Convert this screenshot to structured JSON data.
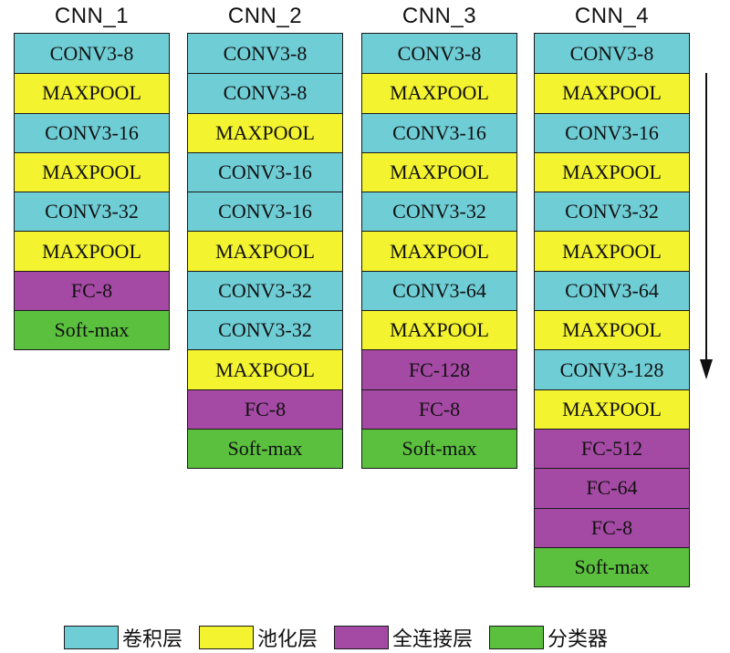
{
  "columns": [
    {
      "title": "CNN_1",
      "layers": [
        {
          "label": "CONV3-8",
          "type": "conv"
        },
        {
          "label": "MAXPOOL",
          "type": "pool"
        },
        {
          "label": "CONV3-16",
          "type": "conv"
        },
        {
          "label": "MAXPOOL",
          "type": "pool"
        },
        {
          "label": "CONV3-32",
          "type": "conv"
        },
        {
          "label": "MAXPOOL",
          "type": "pool"
        },
        {
          "label": "FC-8",
          "type": "fc"
        },
        {
          "label": "Soft-max",
          "type": "soft"
        }
      ]
    },
    {
      "title": "CNN_2",
      "layers": [
        {
          "label": "CONV3-8",
          "type": "conv"
        },
        {
          "label": "CONV3-8",
          "type": "conv"
        },
        {
          "label": "MAXPOOL",
          "type": "pool"
        },
        {
          "label": "CONV3-16",
          "type": "conv"
        },
        {
          "label": "CONV3-16",
          "type": "conv"
        },
        {
          "label": "MAXPOOL",
          "type": "pool"
        },
        {
          "label": "CONV3-32",
          "type": "conv"
        },
        {
          "label": "CONV3-32",
          "type": "conv"
        },
        {
          "label": "MAXPOOL",
          "type": "pool"
        },
        {
          "label": "FC-8",
          "type": "fc"
        },
        {
          "label": "Soft-max",
          "type": "soft"
        }
      ]
    },
    {
      "title": "CNN_3",
      "layers": [
        {
          "label": "CONV3-8",
          "type": "conv"
        },
        {
          "label": "MAXPOOL",
          "type": "pool"
        },
        {
          "label": "CONV3-16",
          "type": "conv"
        },
        {
          "label": "MAXPOOL",
          "type": "pool"
        },
        {
          "label": "CONV3-32",
          "type": "conv"
        },
        {
          "label": "MAXPOOL",
          "type": "pool"
        },
        {
          "label": "CONV3-64",
          "type": "conv"
        },
        {
          "label": "MAXPOOL",
          "type": "pool"
        },
        {
          "label": "FC-128",
          "type": "fc"
        },
        {
          "label": "FC-8",
          "type": "fc"
        },
        {
          "label": "Soft-max",
          "type": "soft"
        }
      ]
    },
    {
      "title": "CNN_4",
      "layers": [
        {
          "label": "CONV3-8",
          "type": "conv"
        },
        {
          "label": "MAXPOOL",
          "type": "pool"
        },
        {
          "label": "CONV3-16",
          "type": "conv"
        },
        {
          "label": "MAXPOOL",
          "type": "pool"
        },
        {
          "label": "CONV3-32",
          "type": "conv"
        },
        {
          "label": "MAXPOOL",
          "type": "pool"
        },
        {
          "label": "CONV3-64",
          "type": "conv"
        },
        {
          "label": "MAXPOOL",
          "type": "pool"
        },
        {
          "label": "CONV3-128",
          "type": "conv"
        },
        {
          "label": "MAXPOOL",
          "type": "pool"
        },
        {
          "label": "FC-512",
          "type": "fc"
        },
        {
          "label": "FC-64",
          "type": "fc"
        },
        {
          "label": "FC-8",
          "type": "fc"
        },
        {
          "label": "Soft-max",
          "type": "soft"
        }
      ]
    }
  ],
  "legend": [
    {
      "label": "卷积层",
      "type": "conv"
    },
    {
      "label": "池化层",
      "type": "pool"
    },
    {
      "label": "全连接层",
      "type": "fc"
    },
    {
      "label": "分类器",
      "type": "soft"
    }
  ],
  "colors": {
    "conv": "#6fcdd5",
    "pool": "#f3f32f",
    "fc": "#a54aa4",
    "soft": "#5ac03e"
  }
}
